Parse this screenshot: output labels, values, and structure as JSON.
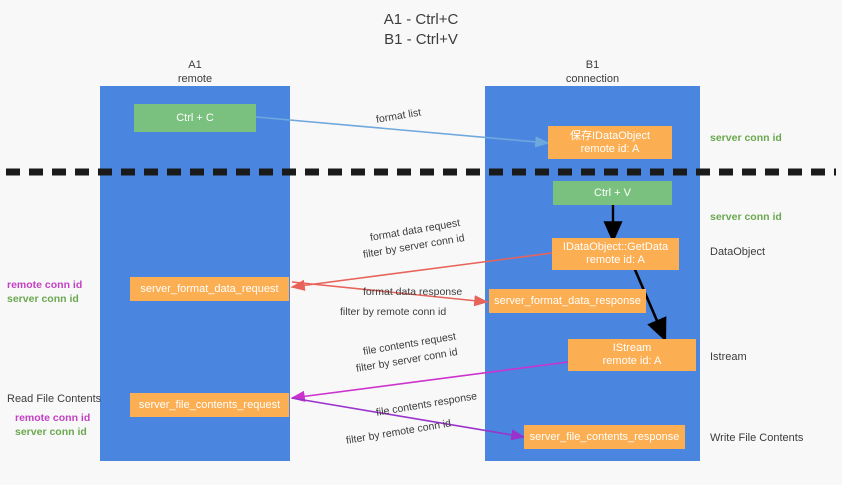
{
  "title": {
    "line1": "A1 - Ctrl+C",
    "line2": "B1 - Ctrl+V"
  },
  "lanes": [
    {
      "id": "a1",
      "name": "A1",
      "sub": "remote"
    },
    {
      "id": "b1",
      "name": "B1",
      "sub": "connection"
    }
  ],
  "boxes": {
    "ctrl_c": {
      "line1": "Ctrl + C",
      "line2": ""
    },
    "save_idataobject": {
      "line1": "保存IDataObject",
      "line2": "remote id: A"
    },
    "ctrl_v": {
      "line1": "Ctrl + V",
      "line2": ""
    },
    "getdata": {
      "line1": "IDataObject::GetData",
      "line2": "remote id: A"
    },
    "server_format_data_request": {
      "line1": "server_format_data_request",
      "line2": ""
    },
    "server_format_data_response": {
      "line1": "server_format_data_response",
      "line2": ""
    },
    "istream": {
      "line1": "IStream",
      "line2": "remote id: A"
    },
    "server_file_contents_request": {
      "line1": "server_file_contents_request",
      "line2": ""
    },
    "server_file_contents_response": {
      "line1": "server_file_contents_response",
      "line2": ""
    }
  },
  "annotations": {
    "format_list": "format list",
    "format_data_request": "format data request",
    "format_data_response": "format data response",
    "file_contents_request": "file contents request",
    "file_contents_response": "file contents response",
    "filter_by": "filter by ",
    "server_conn_id": "server conn id",
    "remote_conn_id": "remote conn id"
  },
  "right_labels": {
    "server_conn_id_top": "server conn id",
    "server_conn_id_mid": "server conn id",
    "data_object": "DataObject",
    "istream": "Istream",
    "write_file_contents": "Write File Contents"
  },
  "left_labels": {
    "read_file_contents": "Read File Contents",
    "remote_conn_id": "remote conn id",
    "server_conn_id": "server conn id"
  },
  "colors": {
    "lane": "#4a86e0",
    "green_box": "#7ac17f",
    "orange_box": "#fbae52",
    "server_conn_id": "#6aa84f",
    "remote_conn_id": "#c340c3",
    "arrow_blue": "#6fa8dc",
    "arrow_red": "#e8645a",
    "arrow_magenta": "#cc33cc",
    "arrow_purple": "#9933cc",
    "arrow_black": "#000000",
    "background": "#f8f8f8"
  }
}
